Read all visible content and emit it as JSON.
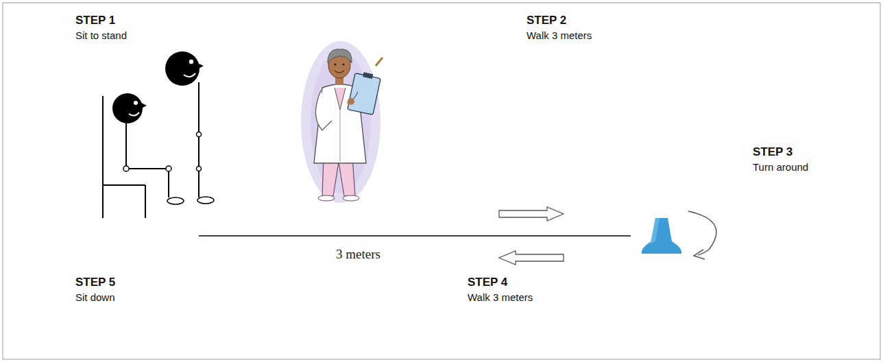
{
  "diagram": {
    "labels": [
      "STEP 1",
      "Sit to stand",
      "STEP 2",
      "Walk 3 meters",
      "STEP 3",
      "Turn around",
      "STEP 4",
      "Walk 3 meters",
      "STEP 5",
      "Sit down",
      "3 meters"
    ]
  }
}
